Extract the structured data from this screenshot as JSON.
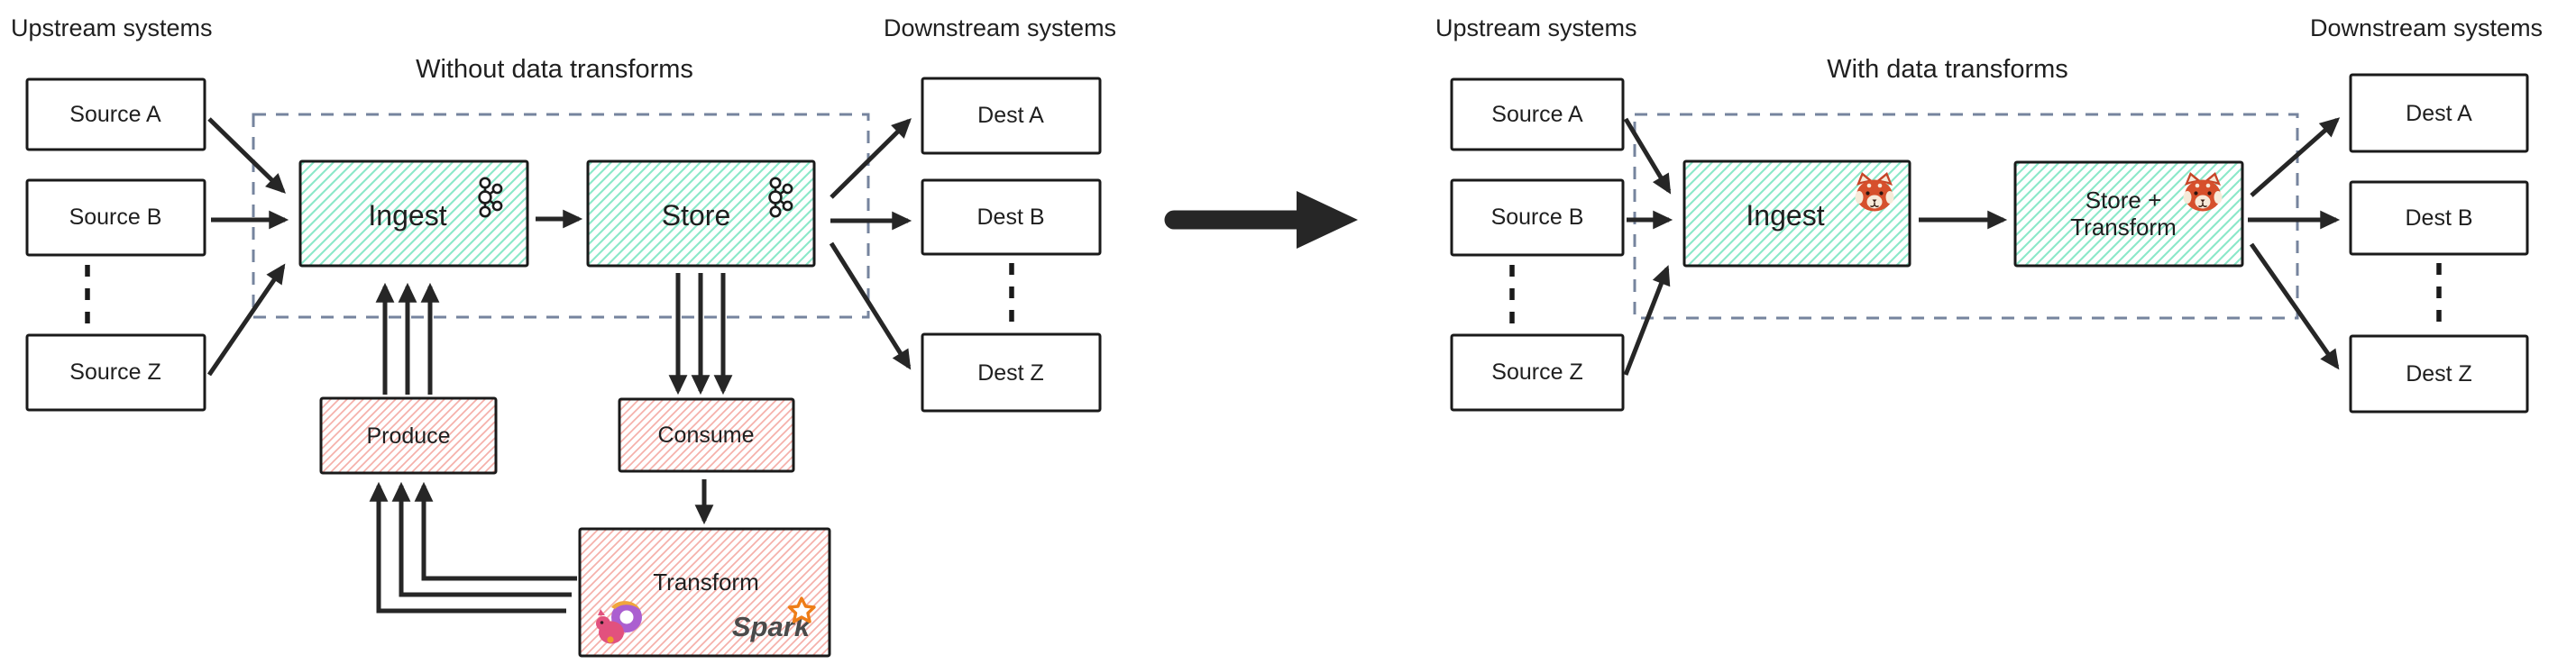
{
  "colors": {
    "teal_hatch": "#8be8c9",
    "pink_hatch": "#f5b0aa",
    "dashed_container": "#76849e",
    "box_border": "#1a1a1a",
    "arrow": "#262626",
    "text": "#1f1f1f",
    "spark_orange": "#ee7d18",
    "spark_gray": "#4a4a4a",
    "redpanda_orange": "#d6502c",
    "flink_pink": "#e2517e",
    "flink_purple": "#ab5fd0",
    "flink_orange": "#f0a53c"
  },
  "left": {
    "upstream_label": "Upstream systems",
    "title": "Without data transforms",
    "downstream_label": "Downstream systems",
    "source_a": "Source A",
    "source_b": "Source B",
    "source_z": "Source Z",
    "ingest": "Ingest",
    "store": "Store",
    "dest_a": "Dest A",
    "dest_b": "Dest B",
    "dest_z": "Dest Z",
    "produce": "Produce",
    "consume": "Consume",
    "transform": "Transform",
    "spark_wordmark": "Spark",
    "icons": {
      "ingest_icon": "kafka-logo",
      "store_icon": "kafka-logo",
      "transform_icons": [
        "flink-squirrel",
        "spark-logo"
      ]
    }
  },
  "right": {
    "upstream_label": "Upstream systems",
    "title": "With data transforms",
    "downstream_label": "Downstream systems",
    "source_a": "Source A",
    "source_b": "Source B",
    "source_z": "Source Z",
    "ingest": "Ingest",
    "store_transform_line1": "Store +",
    "store_transform_line2": "Transform",
    "dest_a": "Dest A",
    "dest_b": "Dest B",
    "dest_z": "Dest Z",
    "icons": {
      "ingest_icon": "redpanda-logo",
      "store_transform_icon": "redpanda-logo"
    }
  }
}
